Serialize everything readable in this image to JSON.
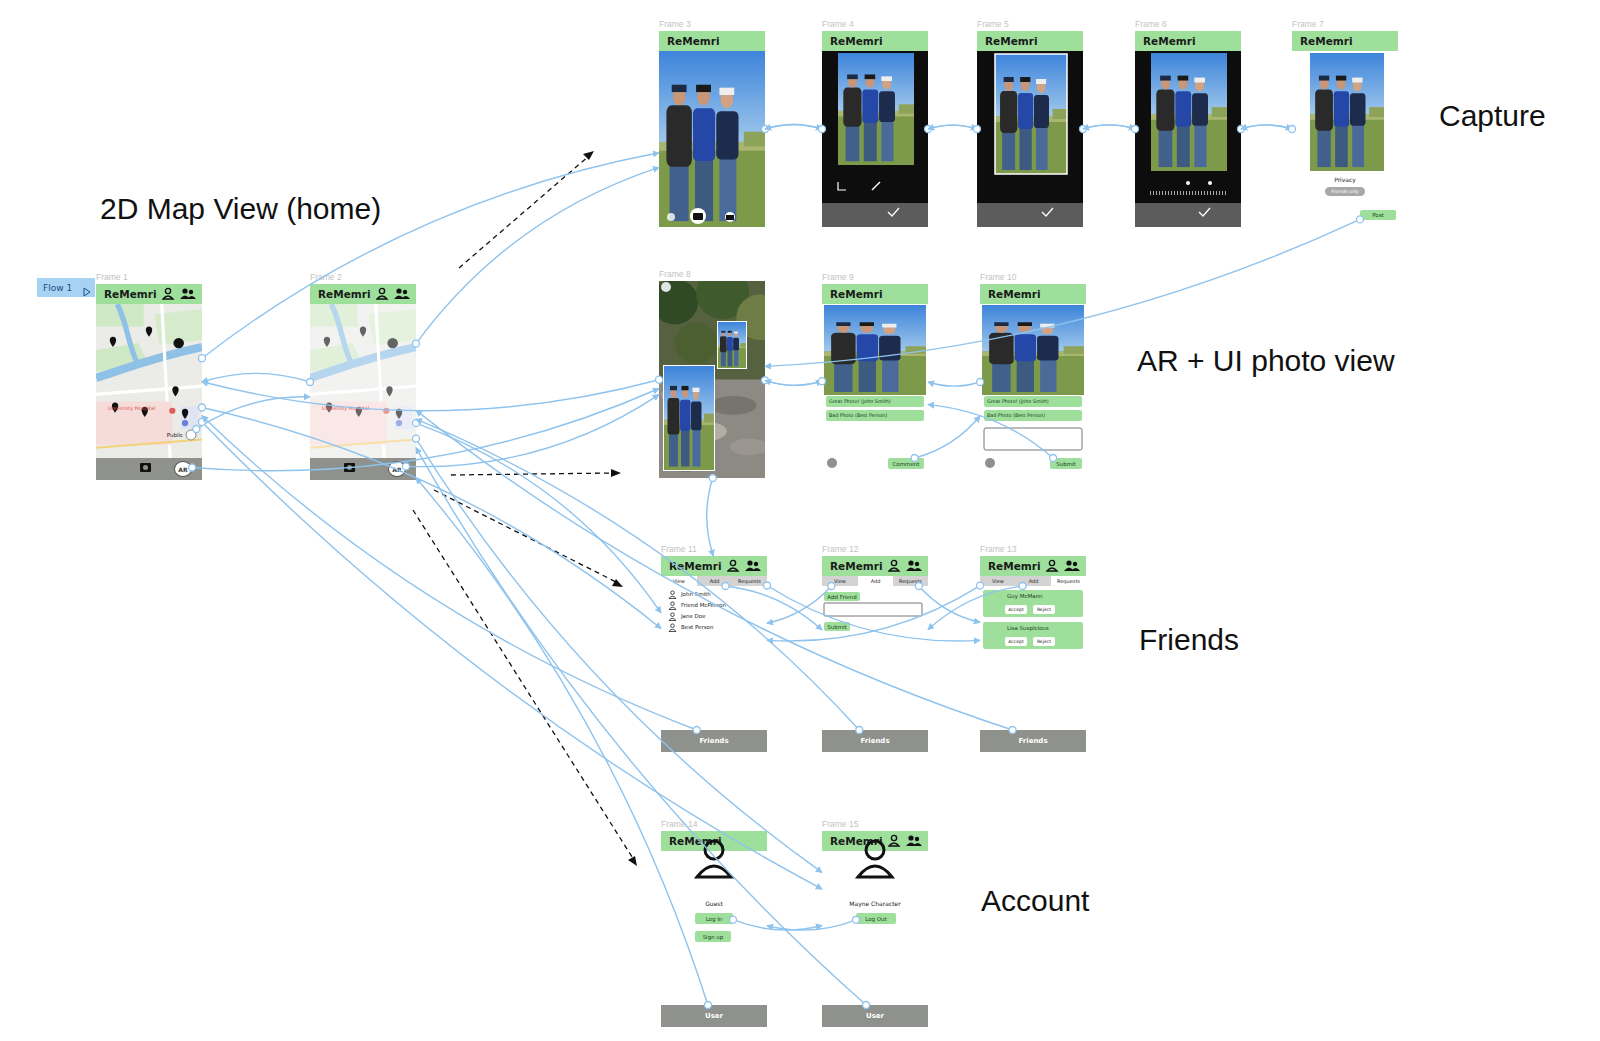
{
  "diagram": {
    "nodes": [
      {
        "text": [
          "Flow 1"
        ]
      },
      {
        "text": [
          "Frame 1",
          "ReMemri",
          "University Hospital"
        ]
      },
      {
        "text": [
          "Frame 2",
          "ReMemri",
          "University Hospital"
        ]
      },
      {
        "text": [
          "Frame 3",
          "ReMemri"
        ]
      },
      {
        "text": [
          "Frame 4",
          "ReMemri"
        ]
      },
      {
        "text": [
          "Frame 5",
          "ReMemri"
        ]
      },
      {
        "text": [
          "Frame 6",
          "ReMemri"
        ]
      },
      {
        "text": [
          "Frame 7",
          "ReMemri",
          "Privacy"
        ]
      },
      {
        "text": [
          "Frame 8"
        ]
      },
      {
        "text": [
          "Frame 9",
          "ReMemri"
        ]
      },
      {
        "text": [
          "Frame 10",
          "ReMemri"
        ]
      },
      {
        "text": [
          "Frame 11",
          "ReMemri",
          "John Smith",
          "Friend McPerson",
          "Jane Doe",
          "Best Person"
        ]
      },
      {
        "text": [
          "Frame 12",
          "ReMemri"
        ]
      },
      {
        "text": [
          "Frame 13",
          "ReMemri"
        ]
      },
      {
        "text": [
          "Frame 14",
          "ReMemri",
          "Guest"
        ]
      },
      {
        "text": [
          "Frame 15",
          "ReMemri",
          "Mayne Character"
        ]
      },
      {
        "text": [
          "Public"
        ],
        "in": 1
      },
      {
        "text": [
          "AR"
        ],
        "in": 1
      },
      {
        "text": [
          "AR"
        ],
        "in": 2
      },
      {
        "text": [
          "Friends only"
        ],
        "in": 7
      },
      {
        "text": [
          "Post"
        ],
        "in": 7
      },
      {
        "text": [
          "Great Photo! (John Smith)"
        ],
        "in": 9
      },
      {
        "text": [
          "Bad Photo (Best Person)"
        ],
        "in": 9
      },
      {
        "text": [
          "Comment"
        ],
        "in": 9
      },
      {
        "text": [
          "Great Photo! (John Smith)"
        ],
        "in": 10
      },
      {
        "text": [
          "Bad Photo (Best Person)"
        ],
        "in": 10
      },
      {
        "text": [
          "Submit"
        ],
        "in": 10
      },
      {
        "text": [
          "View"
        ],
        "in": 11
      },
      {
        "text": [
          "Add"
        ],
        "in": 11
      },
      {
        "text": [
          "Requests"
        ],
        "in": 11
      },
      {
        "text": [
          "Friends"
        ],
        "in": 11
      },
      {
        "text": [
          "View"
        ],
        "in": 12
      },
      {
        "text": [
          "Add"
        ],
        "in": 12
      },
      {
        "text": [
          "Requests"
        ],
        "in": 12
      },
      {
        "text": [
          "Add Friend"
        ],
        "in": 12
      },
      {
        "text": [
          "Submit"
        ],
        "in": 12
      },
      {
        "text": [
          "Friends"
        ],
        "in": 12
      },
      {
        "text": [
          "View"
        ],
        "in": 13
      },
      {
        "text": [
          "Add"
        ],
        "in": 13
      },
      {
        "text": [
          "Requests"
        ],
        "in": 13
      },
      {
        "text": [
          "Guy McMann"
        ],
        "in": 13
      },
      {
        "text": [
          "Accept"
        ],
        "in": 40
      },
      {
        "text": [
          "Reject"
        ],
        "in": 40
      },
      {
        "text": [
          "Lisa Suspicious"
        ],
        "in": 13
      },
      {
        "text": [
          "Accept"
        ],
        "in": 43
      },
      {
        "text": [
          "Reject"
        ],
        "in": 43
      },
      {
        "text": [
          "Friends"
        ],
        "in": 13
      },
      {
        "text": [
          "Log In"
        ],
        "in": 14
      },
      {
        "text": [
          "Sign up"
        ],
        "in": 14
      },
      {
        "text": [
          "User"
        ],
        "in": 14
      },
      {
        "text": [
          "Log Out"
        ],
        "in": 15
      },
      {
        "text": [
          "User"
        ],
        "in": 15
      }
    ],
    "edges": [
      {
        "from": 1,
        "to": 3,
        "arrow": "to"
      },
      {
        "from": 17,
        "to": 8,
        "arrow": "to"
      },
      {
        "from": 16,
        "to": 2,
        "arrow": "to"
      },
      {
        "from": 2,
        "to": 1,
        "arrow": "to"
      },
      {
        "from": 2,
        "to": 3,
        "arrow": "to"
      },
      {
        "from": 18,
        "to": 8,
        "arrow": "to"
      },
      {
        "from": 1,
        "to": 11,
        "arrow": "to"
      },
      {
        "from": 1,
        "to": 15,
        "arrow": "to"
      },
      {
        "from": 2,
        "to": 11,
        "arrow": "to"
      },
      {
        "from": 2,
        "to": 15,
        "arrow": "to"
      },
      {
        "from": 3,
        "to": 4,
        "arrow": "to"
      },
      {
        "from": 4,
        "to": 3,
        "arrow": "to"
      },
      {
        "from": 4,
        "to": 5,
        "arrow": "to"
      },
      {
        "from": 5,
        "to": 4,
        "arrow": "to"
      },
      {
        "from": 5,
        "to": 6,
        "arrow": "to"
      },
      {
        "from": 6,
        "to": 5,
        "arrow": "to"
      },
      {
        "from": 6,
        "to": 7,
        "arrow": "to"
      },
      {
        "from": 7,
        "to": 6,
        "arrow": "to"
      },
      {
        "from": 20,
        "to": 8,
        "arrow": "to"
      },
      {
        "from": 8,
        "to": 9,
        "arrow": "to"
      },
      {
        "from": 8,
        "to": 1,
        "arrow": "to"
      },
      {
        "from": 8,
        "to": 11,
        "arrow": "to"
      },
      {
        "from": 9,
        "to": 8,
        "arrow": "to"
      },
      {
        "from": 23,
        "to": 10,
        "arrow": "to"
      },
      {
        "from": 10,
        "to": 9,
        "arrow": "to"
      },
      {
        "from": 26,
        "to": 9,
        "arrow": "to"
      },
      {
        "from": 28,
        "to": 12,
        "arrow": "to"
      },
      {
        "from": 29,
        "to": 13,
        "arrow": "to"
      },
      {
        "from": 31,
        "to": 11,
        "arrow": "to"
      },
      {
        "from": 33,
        "to": 13,
        "arrow": "to"
      },
      {
        "from": 37,
        "to": 11,
        "arrow": "to"
      },
      {
        "from": 38,
        "to": 12,
        "arrow": "to"
      },
      {
        "from": 30,
        "to": 1,
        "arrow": "to"
      },
      {
        "from": 36,
        "to": 2,
        "arrow": "to"
      },
      {
        "from": 46,
        "to": 2,
        "arrow": "to"
      },
      {
        "from": 47,
        "to": 15,
        "arrow": "to"
      },
      {
        "from": 50,
        "to": 14,
        "arrow": "to"
      },
      {
        "from": 49,
        "to": 2,
        "arrow": "to"
      },
      {
        "from": 51,
        "to": 2,
        "arrow": "to"
      }
    ],
    "labels": [
      "2D Map View (home)",
      "Capture",
      "AR + UI photo view",
      "Friends",
      "Account"
    ]
  }
}
